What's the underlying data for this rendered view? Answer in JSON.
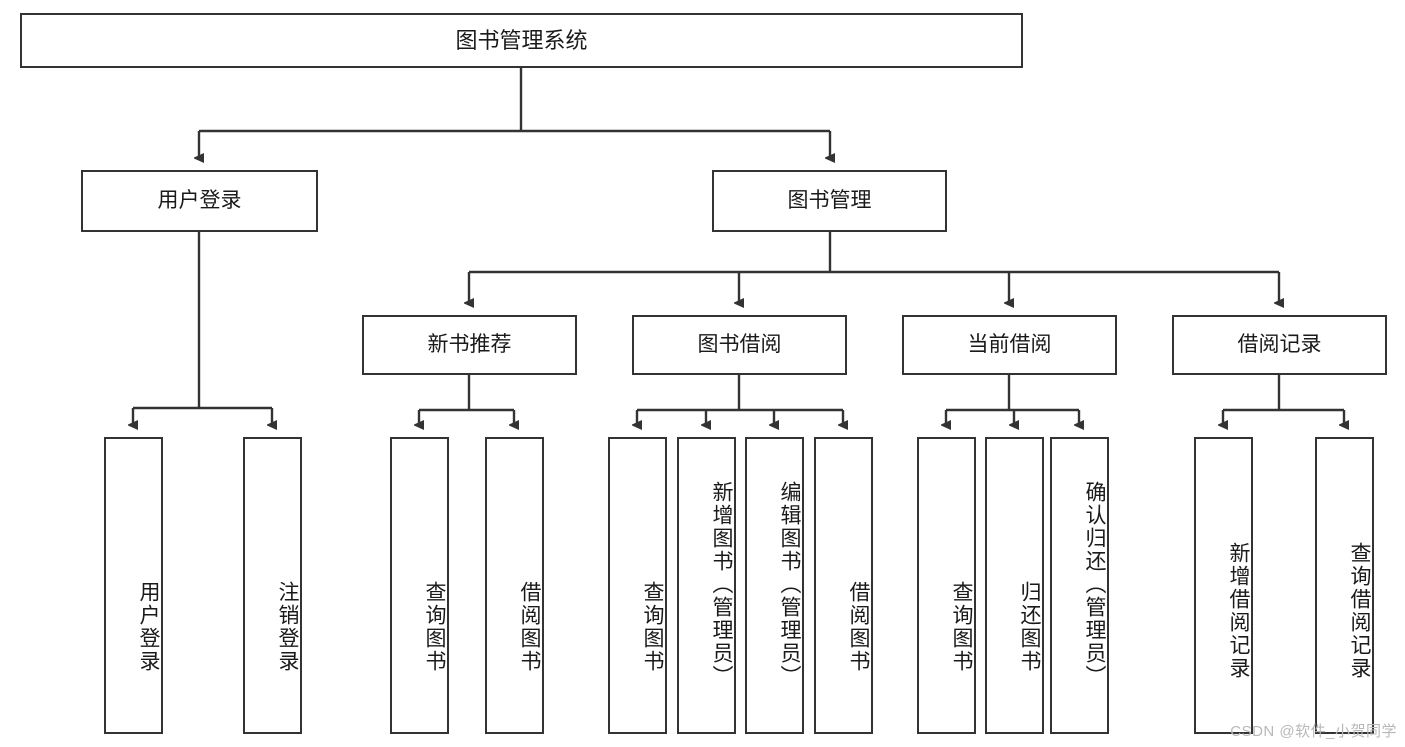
{
  "diagram": {
    "title": "图书管理系统",
    "type": "tree-hierarchy",
    "root": {
      "label": "图书管理系统"
    },
    "level2": [
      {
        "label": "用户登录"
      },
      {
        "label": "图书管理"
      }
    ],
    "level3": [
      {
        "label": "新书推荐"
      },
      {
        "label": "图书借阅"
      },
      {
        "label": "当前借阅"
      },
      {
        "label": "借阅记录"
      }
    ],
    "leaves": {
      "user_login": [
        {
          "label": "用户登录"
        },
        {
          "label": "注销登录"
        }
      ],
      "new_book_recommend": [
        {
          "label": "查询图书"
        },
        {
          "label": "借阅图书"
        }
      ],
      "book_borrow": [
        {
          "label": "查询图书"
        },
        {
          "label": "新增图书（管理员）"
        },
        {
          "label": "编辑图书（管理员）"
        },
        {
          "label": "借阅图书"
        }
      ],
      "current_borrow": [
        {
          "label": "查询图书"
        },
        {
          "label": "归还图书"
        },
        {
          "label": "确认归还（管理员）"
        }
      ],
      "borrow_record": [
        {
          "label": "新增借阅记录"
        },
        {
          "label": "查询借阅记录"
        }
      ]
    }
  },
  "watermark": {
    "text": "CSDN @软件_小贺同学"
  },
  "colors": {
    "border": "#333333",
    "background": "#ffffff",
    "text": "#1a1a1a",
    "watermark": "#b8b8b8"
  }
}
